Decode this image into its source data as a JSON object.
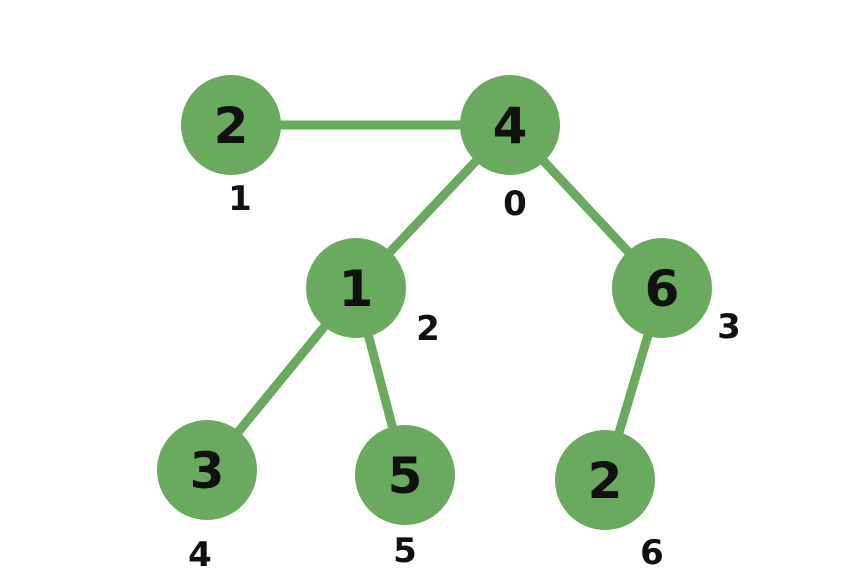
{
  "diagram": {
    "type": "tree",
    "colors": {
      "node_fill": "#6aaa5e",
      "edge": "#6aaa5e",
      "text": "#111111",
      "background": "#ffffff"
    },
    "nodes": [
      {
        "id": "n0",
        "value": "4",
        "index": "0"
      },
      {
        "id": "n1",
        "value": "2",
        "index": "1"
      },
      {
        "id": "n2",
        "value": "1",
        "index": "2"
      },
      {
        "id": "n3",
        "value": "6",
        "index": "3"
      },
      {
        "id": "n4",
        "value": "3",
        "index": "4"
      },
      {
        "id": "n5",
        "value": "5",
        "index": "5"
      },
      {
        "id": "n6",
        "value": "2",
        "index": "6"
      }
    ],
    "edges": [
      {
        "from": "n1",
        "to": "n0"
      },
      {
        "from": "n0",
        "to": "n2"
      },
      {
        "from": "n0",
        "to": "n3"
      },
      {
        "from": "n2",
        "to": "n4"
      },
      {
        "from": "n2",
        "to": "n5"
      },
      {
        "from": "n3",
        "to": "n6"
      }
    ]
  }
}
